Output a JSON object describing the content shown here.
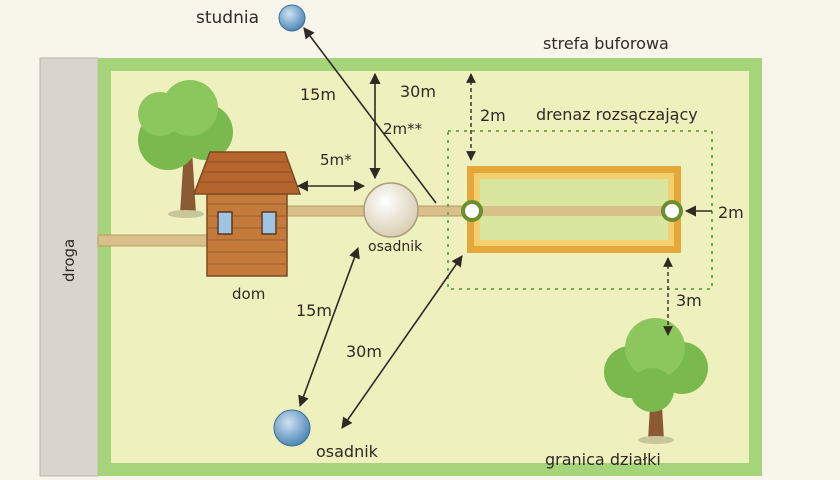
{
  "labels": {
    "well_top": "studnia",
    "buffer_zone": "strefa buforowa",
    "road": "droga",
    "house": "dom",
    "septic_tank": "osadnik",
    "well_bottom": "osadnik",
    "drainage": "drenaz rozsączający",
    "plot_border": "granica działki"
  },
  "distances": {
    "well_to_septic": "15m",
    "well_to_drainage": "30m",
    "pipe_clearance": "2m**",
    "house_to_septic": "5m*",
    "drainage_top_buffer": "2m",
    "drainage_right_buffer": "2m",
    "drainage_to_tree": "3m",
    "septic_to_bottom_well": "15m",
    "drainage_to_bottom_well": "30m"
  },
  "colors": {
    "lawn": "#eef0bd",
    "border_green": "#a6d47a",
    "road": "#d9d5cc",
    "house_wall": "#c47a3a",
    "roof": "#b5652d",
    "pipe": "#d9c08a",
    "drain_frame": "#e6a73a",
    "drain_fill": "#d8e6a0",
    "buffer_dots": "#6fae4c",
    "well_blue": "#6aa3cf",
    "tree_green": "#79b94e",
    "trunk": "#8a5a35"
  }
}
